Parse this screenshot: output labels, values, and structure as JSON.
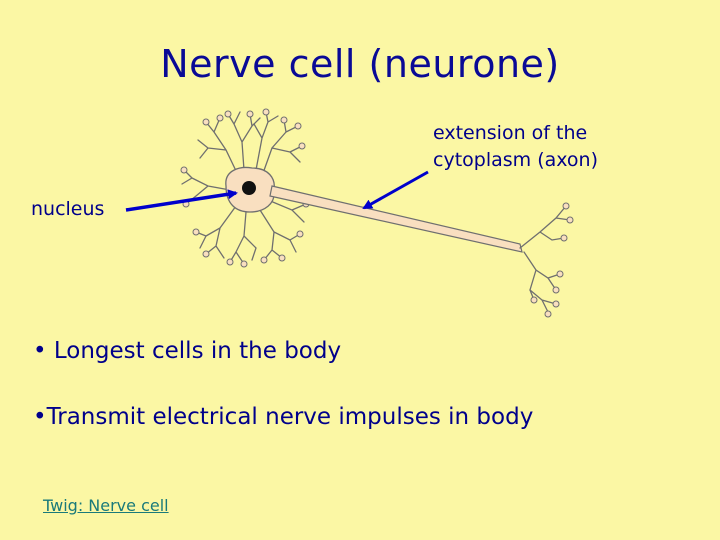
{
  "slide": {
    "title": "Nerve cell (neurone)",
    "labels": {
      "axon_line1": "extension of the",
      "axon_line2": "cytoplasm (axon)",
      "nucleus": "nucleus"
    },
    "bullets": [
      "• Longest cells in the body",
      "•Transmit electrical nerve impulses in body"
    ],
    "link_text": "Twig: Nerve cell"
  },
  "colors": {
    "background": "#fbf7a4",
    "text": "#00008b",
    "cell_fill": "#f9dfc0",
    "cell_outline": "#707070",
    "arrow": "#0000cc",
    "link": "#1a7a7a"
  }
}
